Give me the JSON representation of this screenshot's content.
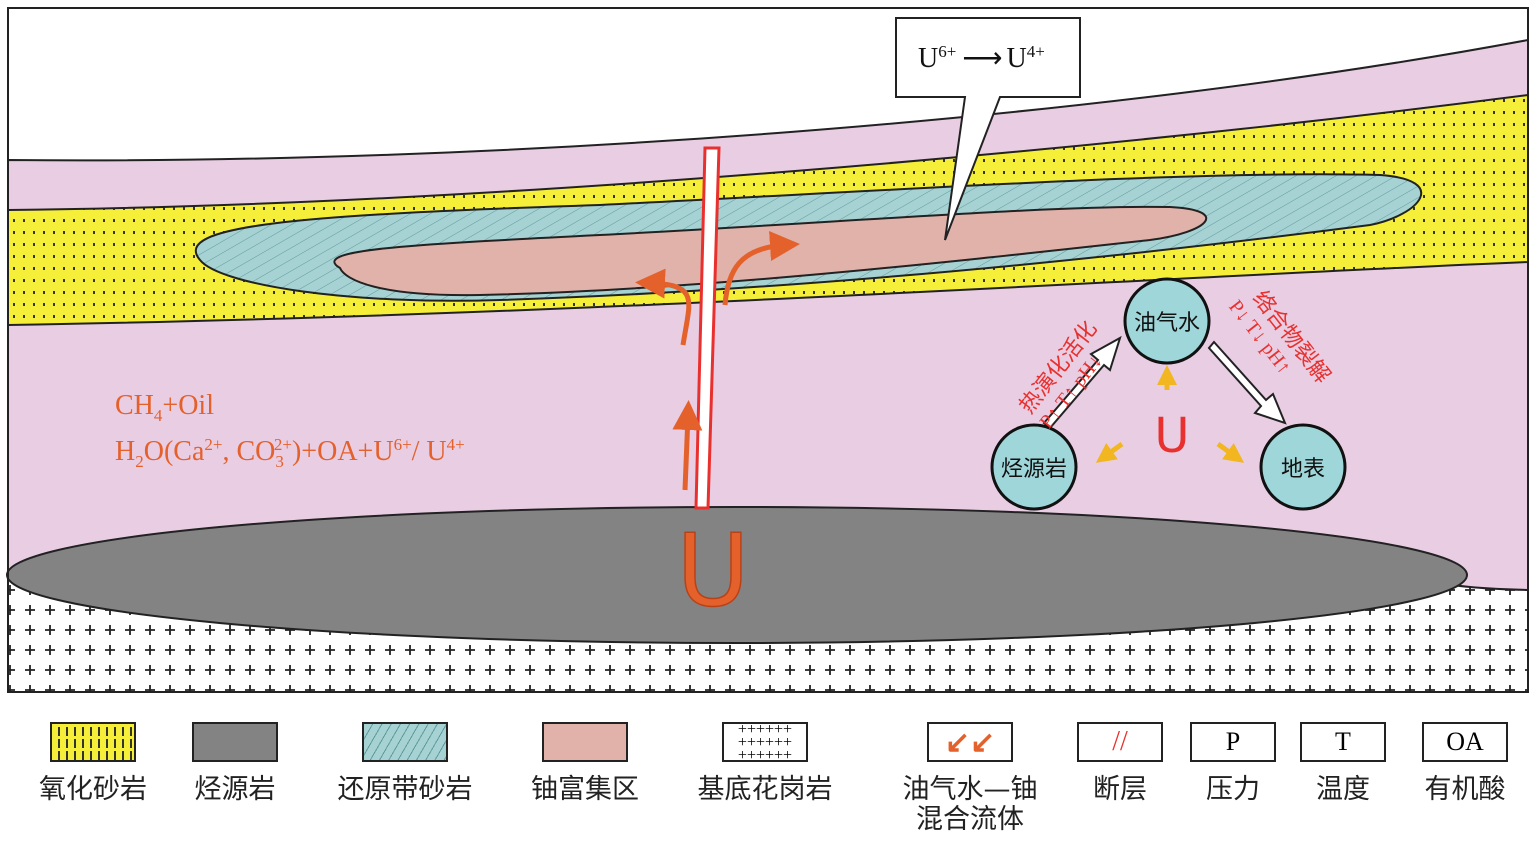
{
  "callout": {
    "from": "U",
    "from_sup": "6+",
    "arrow": "⟶",
    "to": "U",
    "to_sup": "4+"
  },
  "fluid_text": {
    "line1": {
      "a": "CH",
      "sub": "4",
      "b": "+Oil"
    },
    "line2": {
      "a": "H",
      "sub1": "2",
      "b": "O(Ca",
      "sup1": "2+",
      "c": ", CO",
      "sub2": "3",
      "sup2": "2+",
      "d": ")+OA+U",
      "sup3": "6+",
      "e": "/ U",
      "sup4": "4+"
    }
  },
  "uranium_symbol": "U",
  "cycle": {
    "nodes": [
      "油气水",
      "烃源岩",
      "地表"
    ],
    "center": "U",
    "left_label": {
      "title": "热演化活化",
      "params": "P↑  T↑  pH↓"
    },
    "right_label": {
      "title": "络合物裂解",
      "params": "P↓  T↓  pH↑"
    }
  },
  "legend": [
    {
      "label": "氧化砂岩"
    },
    {
      "label": "烃源岩"
    },
    {
      "label": "还原带砂岩"
    },
    {
      "label": "铀富集区"
    },
    {
      "label": "基底花岗岩"
    },
    {
      "label": "油气水—铀",
      "label2": "混合流体"
    },
    {
      "label": "断层"
    },
    {
      "label": "压力",
      "symbol": "P"
    },
    {
      "label": "温度",
      "symbol": "T"
    },
    {
      "label": "有机酸",
      "symbol": "OA"
    }
  ],
  "colors": {
    "pink": "#e9cde3",
    "yellow": "#f5ef3a",
    "teal": "#a6d2d3",
    "ore": "#e0b2aa",
    "gray": "#838383",
    "orange": "#e4612b",
    "red": "#e8312e",
    "circle": "#9fd6d9"
  }
}
